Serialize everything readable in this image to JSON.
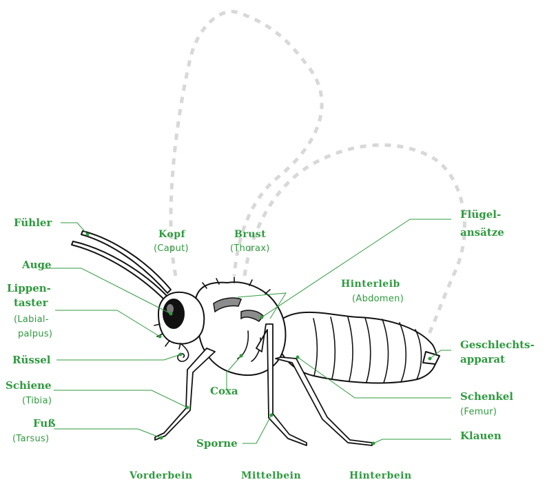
{
  "labels": {
    "fuehler": "Fühler",
    "auge": "Auge",
    "lippentaster_1": "Lippen-",
    "lippentaster_2": "taster",
    "lippentaster_sub_1": "(Labial-",
    "lippentaster_sub_2": "palpus)",
    "ruessel": "Rüssel",
    "schiene": "Schiene",
    "schiene_sub": "(Tibia)",
    "fuss": "Fuß",
    "fuss_sub": "(Tarsus)",
    "kopf": "Kopf",
    "kopf_sub": "(Caput)",
    "brust": "Brust",
    "brust_sub": "(Thorax)",
    "hinterleib": "Hinterleib",
    "hinterleib_sub": "(Abdomen)",
    "fluegel_1": "Flügel-",
    "fluegel_2": "ansätze",
    "geschlecht_1": "Geschlechts-",
    "geschlecht_2": "apparat",
    "coxa": "Coxa",
    "schenkel": "Schenkel",
    "schenkel_sub": "(Femur)",
    "sporne": "Sporne",
    "klauen": "Klauen"
  },
  "captions": {
    "vorderbein": "Vorderbein",
    "mittelbein": "Mittelbein",
    "hinterbein": "Hinterbein"
  },
  "colors": {
    "accent": "#2e9a3e",
    "outline": "#111111",
    "wing_outline": "#d8d8d8",
    "wing_base": "#8c8c8c"
  }
}
